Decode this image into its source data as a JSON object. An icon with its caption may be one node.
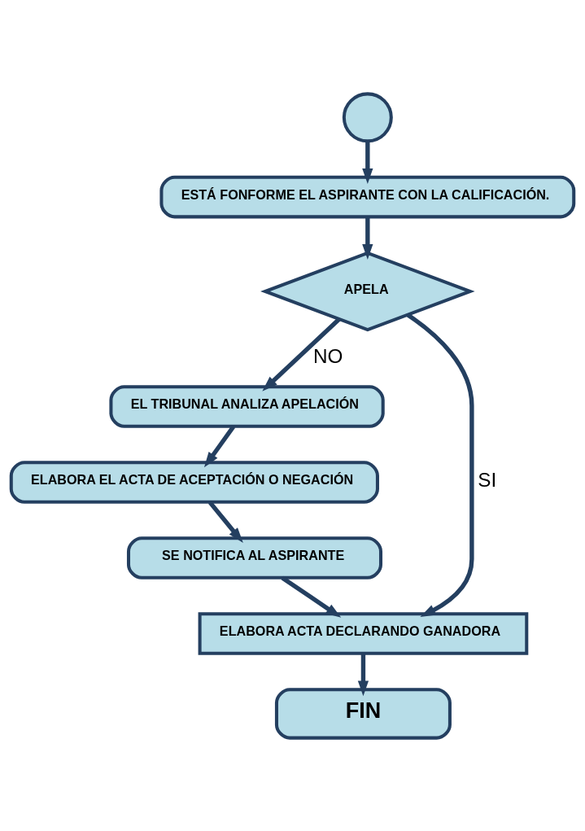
{
  "diagram": {
    "nodes": [
      {
        "text": [],
        "shape": "circle"
      },
      {
        "text": [
          "ESTÁ FONFORME EL ASPIRANTE CON LA CALIFICACIÓN."
        ]
      },
      {
        "text": [
          "APELA"
        ]
      },
      {
        "text": [
          "EL TRIBUNAL ANALIZA APELACIÓN"
        ]
      },
      {
        "text": [
          "ELABORA EL ACTA DE ACEPTACIÓN O NEGACIÓN"
        ]
      },
      {
        "text": [
          "SE NOTIFICA AL ASPIRANTE"
        ]
      },
      {
        "text": [
          "ELABORA ACTA DECLARANDO GANADORA"
        ]
      },
      {
        "text": [
          "FIN"
        ]
      }
    ],
    "edges": [
      {
        "from": 0,
        "to": 1,
        "arrow": "to"
      },
      {
        "from": 1,
        "to": 2,
        "arrow": "to"
      },
      {
        "from": 2,
        "to": 3,
        "arrow": "to",
        "label": "NO"
      },
      {
        "from": 2,
        "to": 6,
        "arrow": "to",
        "label": "SI"
      },
      {
        "from": 3,
        "to": 4,
        "arrow": "to"
      },
      {
        "from": 4,
        "to": 5,
        "arrow": "to"
      },
      {
        "from": 5,
        "to": 6,
        "arrow": "to"
      },
      {
        "from": 6,
        "to": 7,
        "arrow": "to"
      }
    ]
  }
}
